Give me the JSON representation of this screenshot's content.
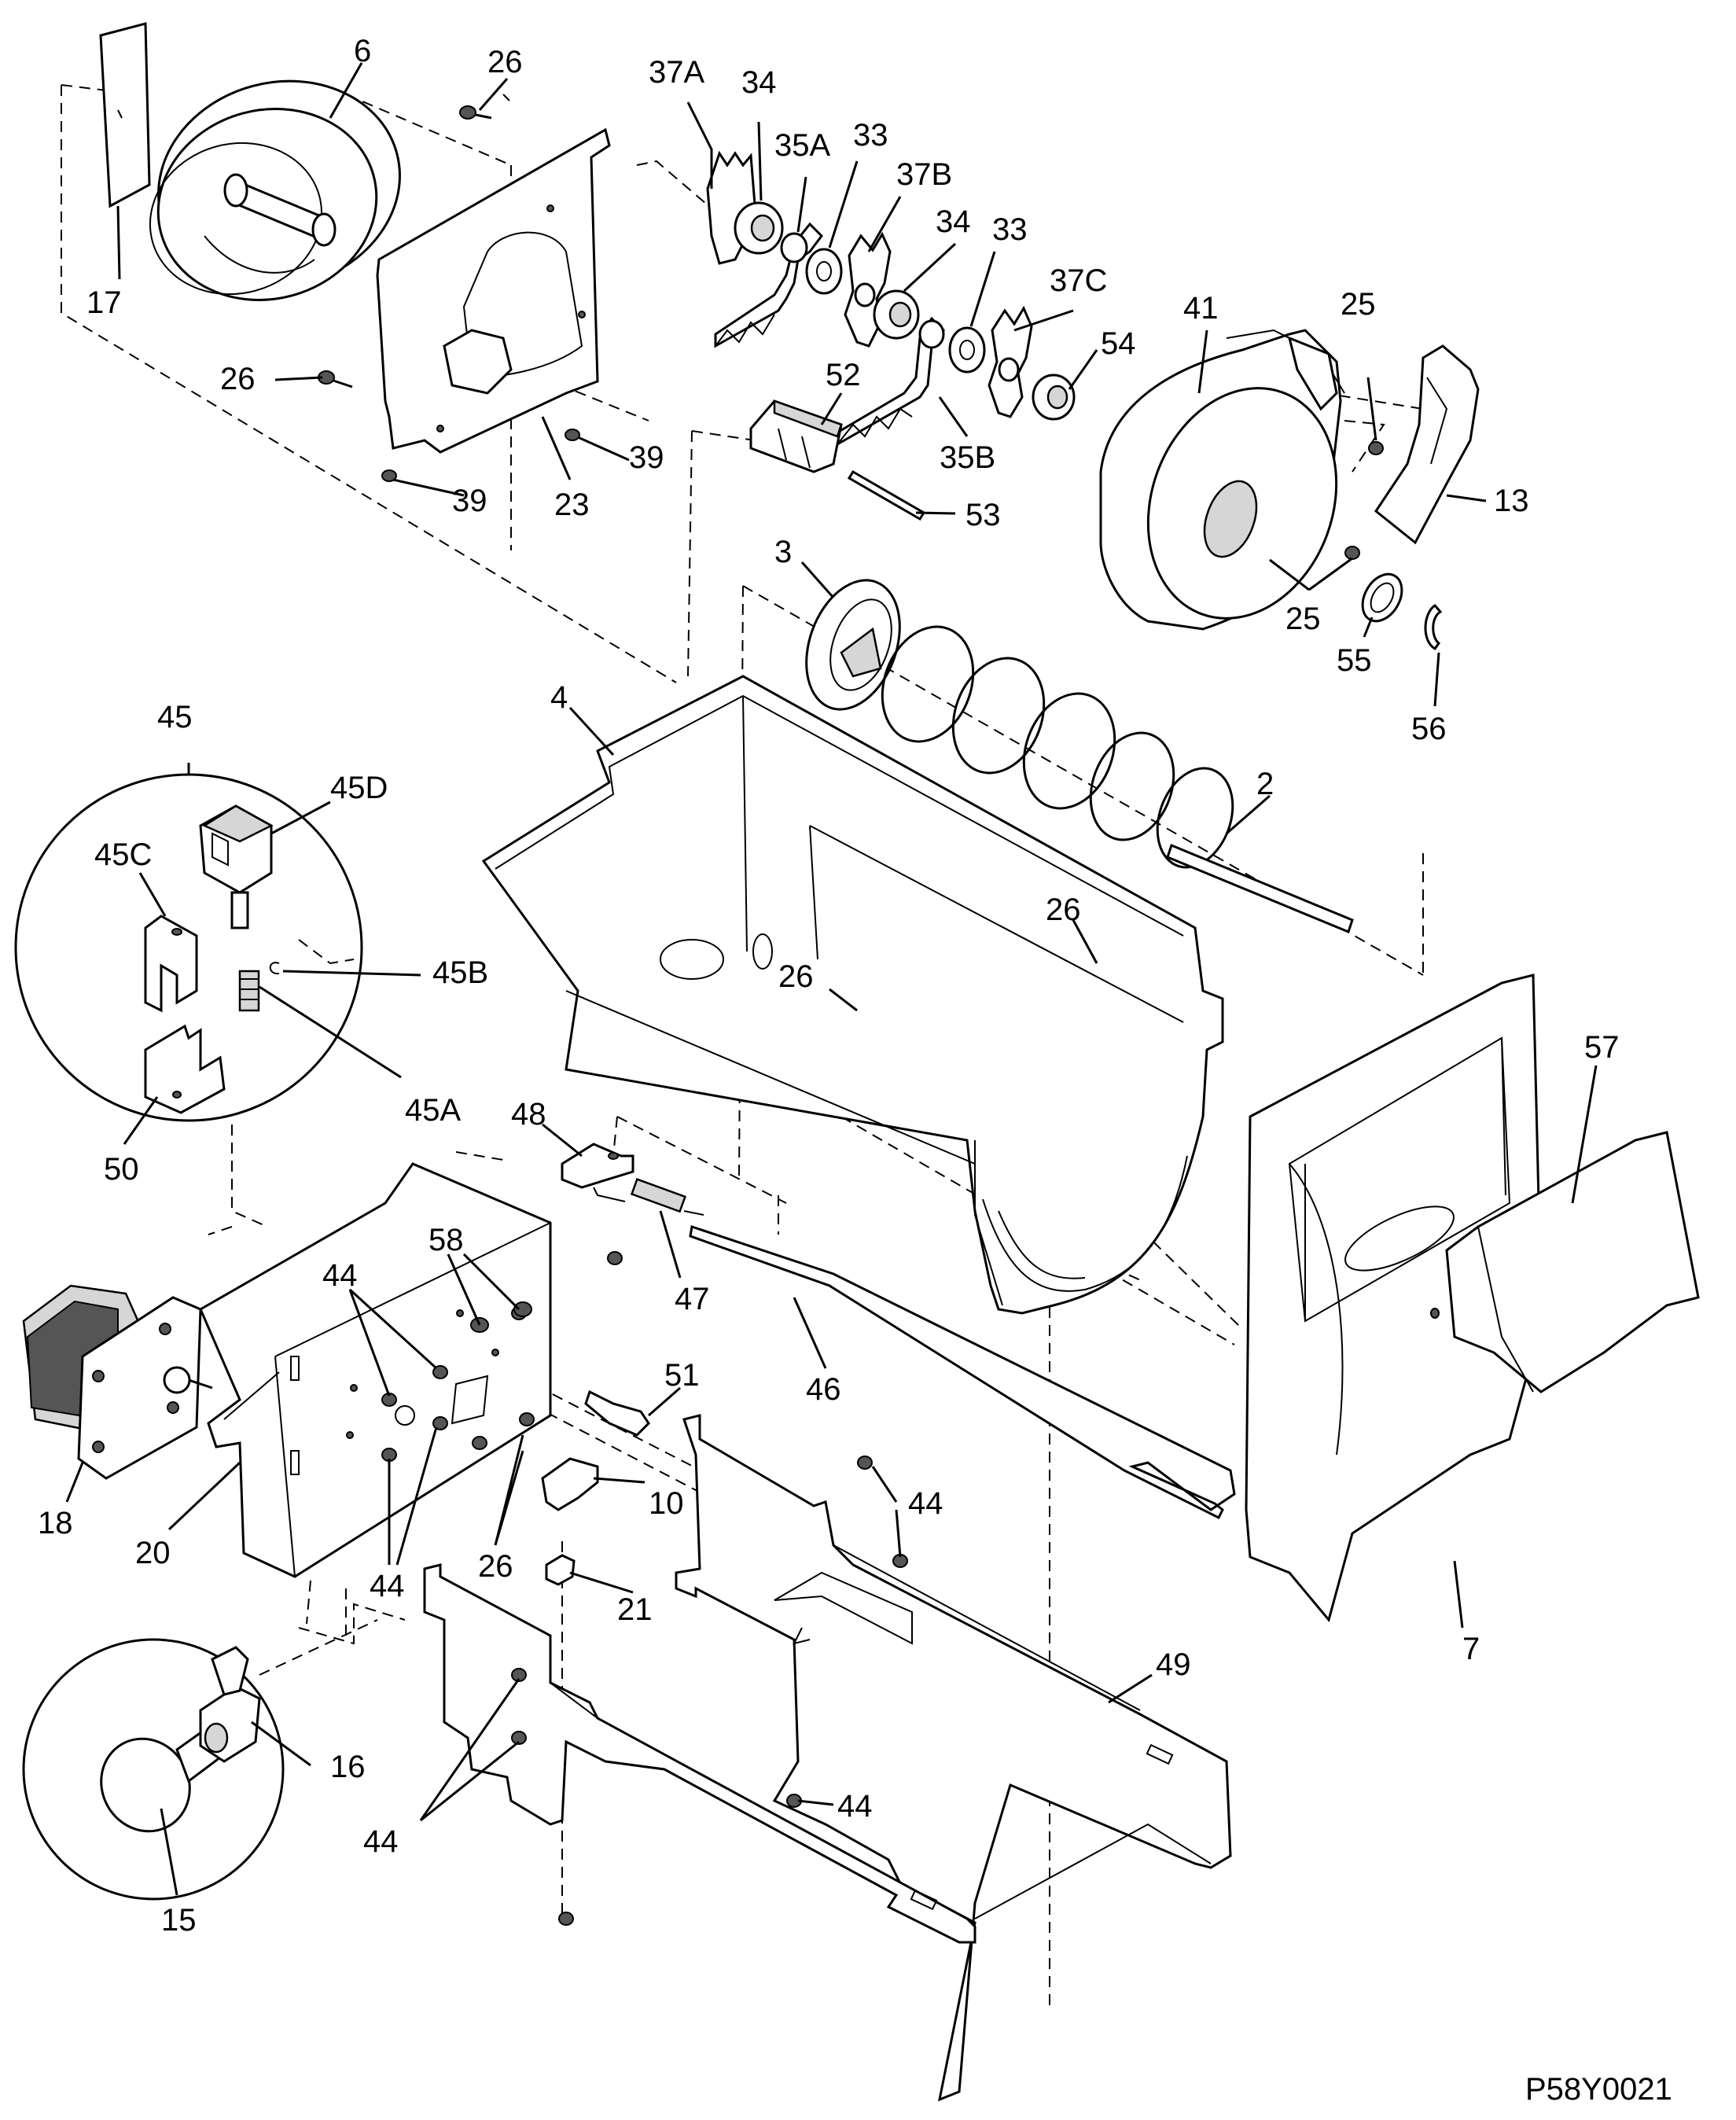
{
  "drawing_code": "P58Y0021",
  "callouts": [
    {
      "id": "6"
    },
    {
      "id": "26"
    },
    {
      "id": "37A"
    },
    {
      "id": "34"
    },
    {
      "id": "35A"
    },
    {
      "id": "33"
    },
    {
      "id": "37B"
    },
    {
      "id": "34"
    },
    {
      "id": "33"
    },
    {
      "id": "37C"
    },
    {
      "id": "41"
    },
    {
      "id": "25"
    },
    {
      "id": "17"
    },
    {
      "id": "26"
    },
    {
      "id": "52"
    },
    {
      "id": "54"
    },
    {
      "id": "39"
    },
    {
      "id": "39"
    },
    {
      "id": "23"
    },
    {
      "id": "53"
    },
    {
      "id": "35B"
    },
    {
      "id": "13"
    },
    {
      "id": "3"
    },
    {
      "id": "25"
    },
    {
      "id": "55"
    },
    {
      "id": "56"
    },
    {
      "id": "4"
    },
    {
      "id": "45"
    },
    {
      "id": "45D"
    },
    {
      "id": "45C"
    },
    {
      "id": "2"
    },
    {
      "id": "26"
    },
    {
      "id": "45B"
    },
    {
      "id": "26"
    },
    {
      "id": "57"
    },
    {
      "id": "45A"
    },
    {
      "id": "48"
    },
    {
      "id": "50"
    },
    {
      "id": "58"
    },
    {
      "id": "44"
    },
    {
      "id": "47"
    },
    {
      "id": "46"
    },
    {
      "id": "51"
    },
    {
      "id": "44"
    },
    {
      "id": "18"
    },
    {
      "id": "20"
    },
    {
      "id": "10"
    },
    {
      "id": "26"
    },
    {
      "id": "44"
    },
    {
      "id": "21"
    },
    {
      "id": "7"
    },
    {
      "id": "49"
    },
    {
      "id": "16"
    },
    {
      "id": "44"
    },
    {
      "id": "44"
    },
    {
      "id": "15"
    }
  ]
}
